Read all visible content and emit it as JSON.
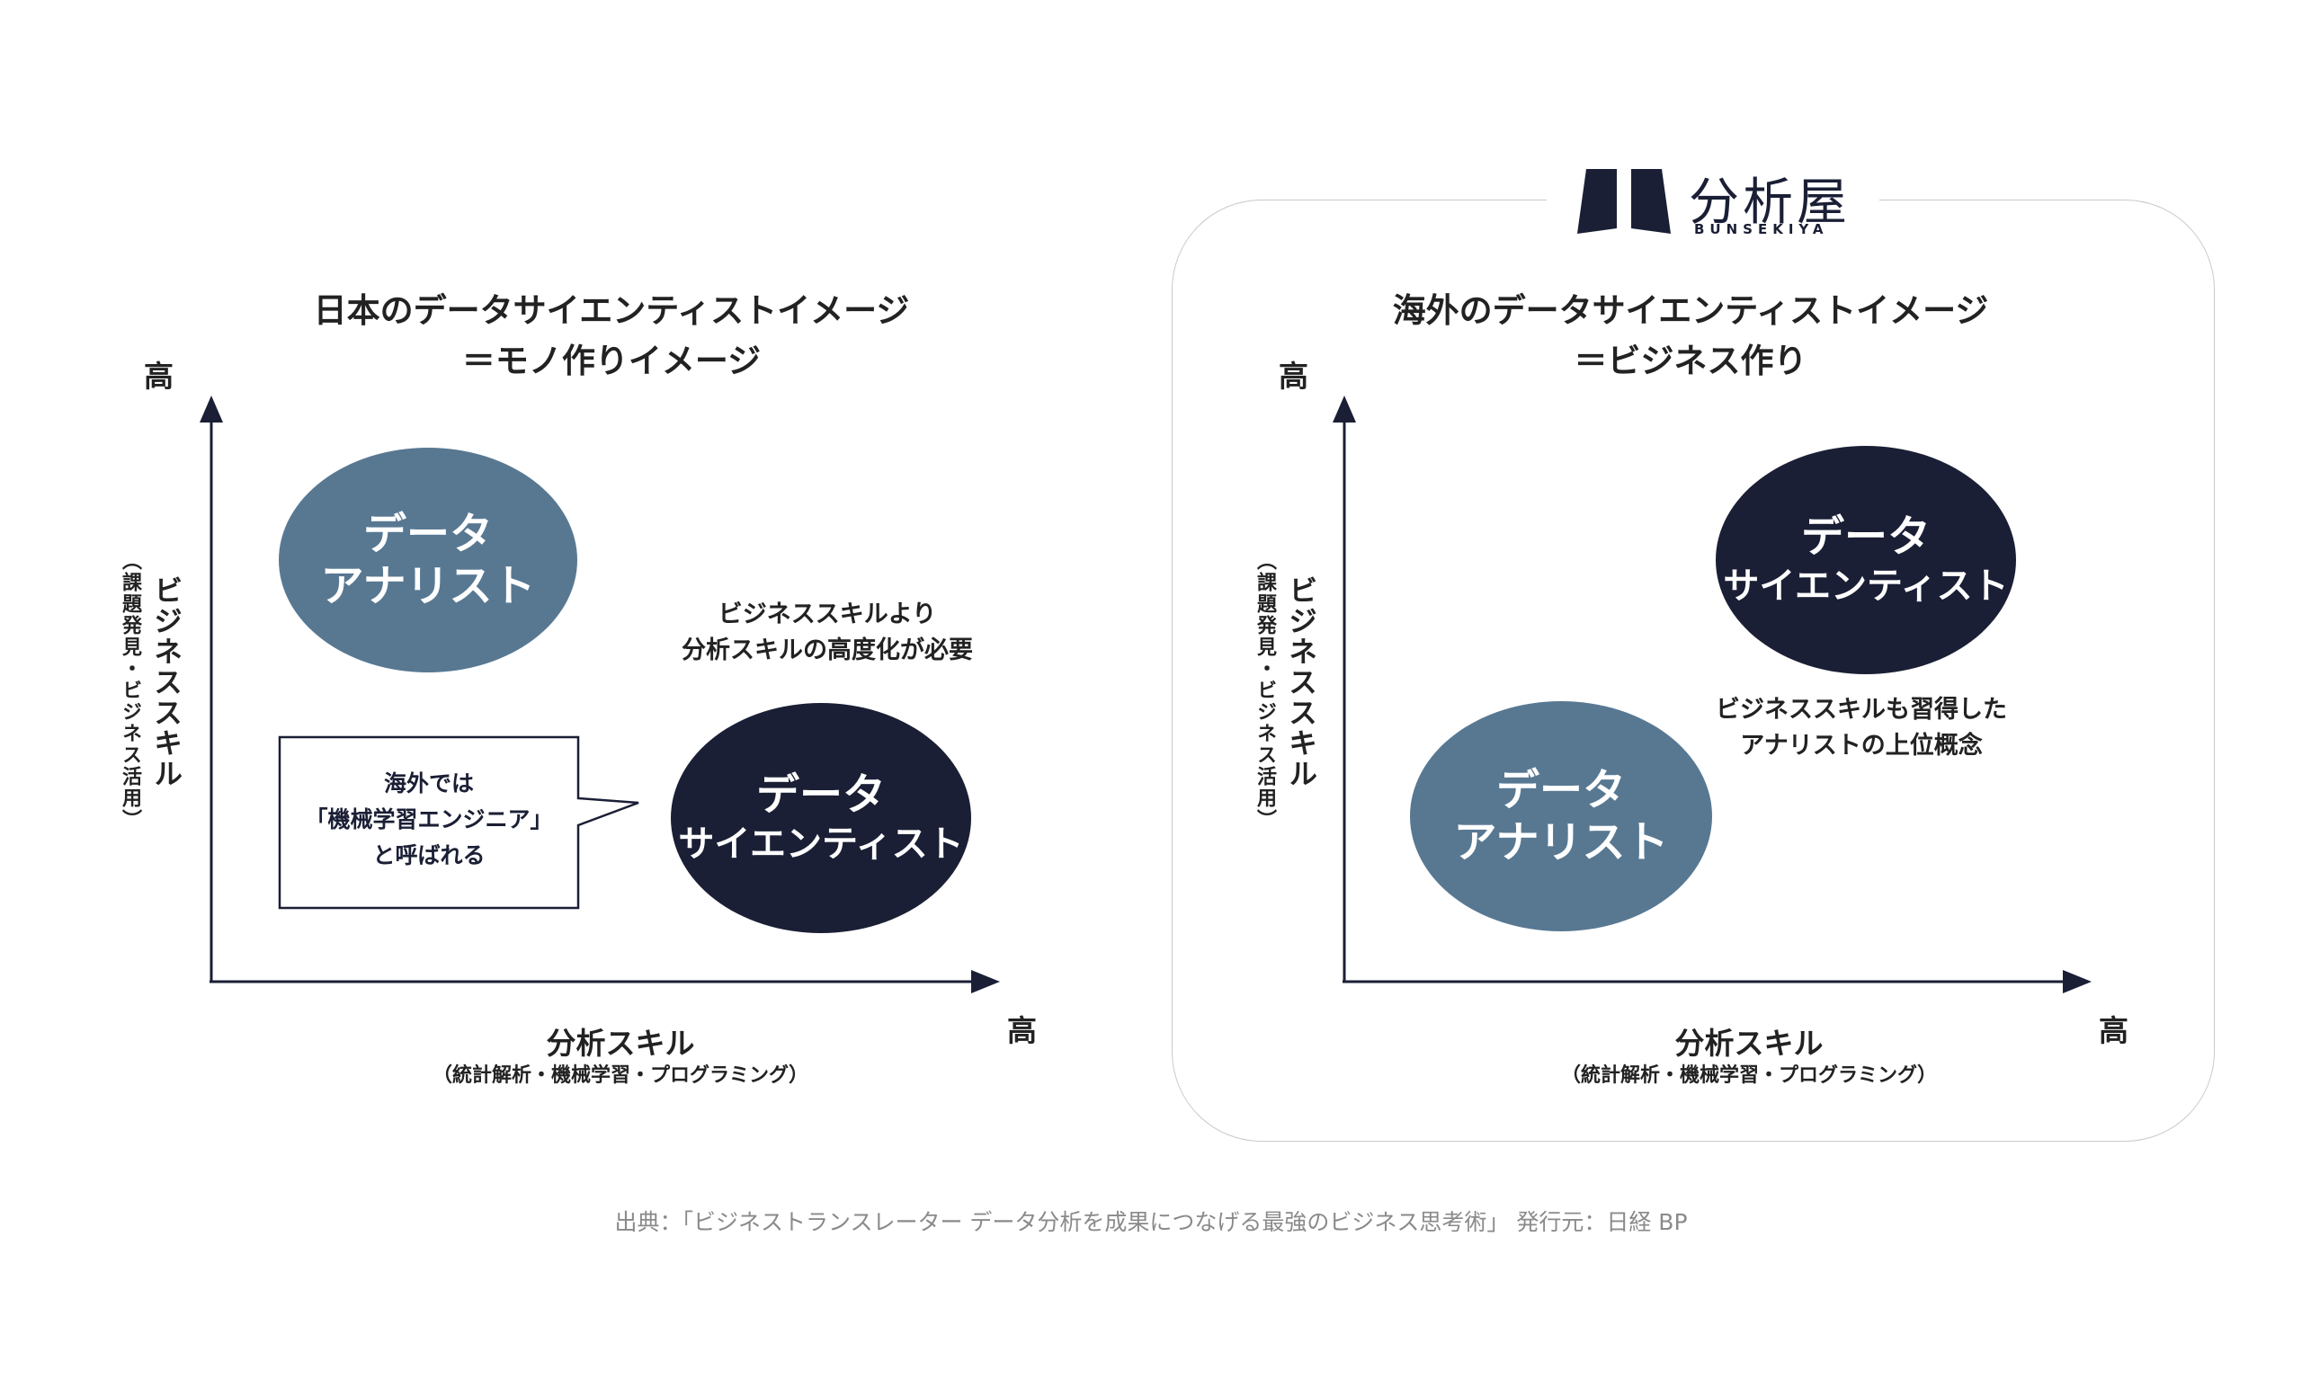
{
  "logo": {
    "name": "分析屋",
    "romaji": "BUNSEKIYA"
  },
  "left_panel": {
    "title_line1": "日本のデータサイエンティストイメージ",
    "title_line2": "＝モノ作りイメージ",
    "y_high": "高",
    "x_high": "高",
    "y_label": "ビジネススキル",
    "y_sublabel": "（課題発見・ビジネス活用）",
    "x_label": "分析スキル",
    "x_sublabel": "（統計解析・機械学習・プログラミング）",
    "ellipse_analyst": {
      "line1": "データ",
      "line2": "アナリスト"
    },
    "ellipse_scientist": {
      "line1": "データ",
      "line2": "サイエンティスト"
    },
    "note_line1": "ビジネススキルより",
    "note_line2": "分析スキルの高度化が必要",
    "callout_line1": "海外では",
    "callout_line2": "「機械学習エンジニア」",
    "callout_line3": "と呼ばれる"
  },
  "right_panel": {
    "title_line1": "海外のデータサイエンティストイメージ",
    "title_line2": "＝ビジネス作り",
    "y_high": "高",
    "x_high": "高",
    "y_label": "ビジネススキル",
    "y_sublabel": "（課題発見・ビジネス活用）",
    "x_label": "分析スキル",
    "x_sublabel": "（統計解析・機械学習・プログラミング）",
    "ellipse_scientist": {
      "line1": "データ",
      "line2": "サイエンティスト"
    },
    "ellipse_analyst": {
      "line1": "データ",
      "line2": "アナリスト"
    },
    "note_line1": "ビジネススキルも習得した",
    "note_line2": "アナリストの上位概念"
  },
  "source": "出典：「ビジネストランスレーター データ分析を成果につなげる最強のビジネス思考術」 発行元：日経 BP",
  "colors": {
    "navy": "#1a1f35",
    "steel_blue": "#587892",
    "frame": "#c9c9c9"
  }
}
